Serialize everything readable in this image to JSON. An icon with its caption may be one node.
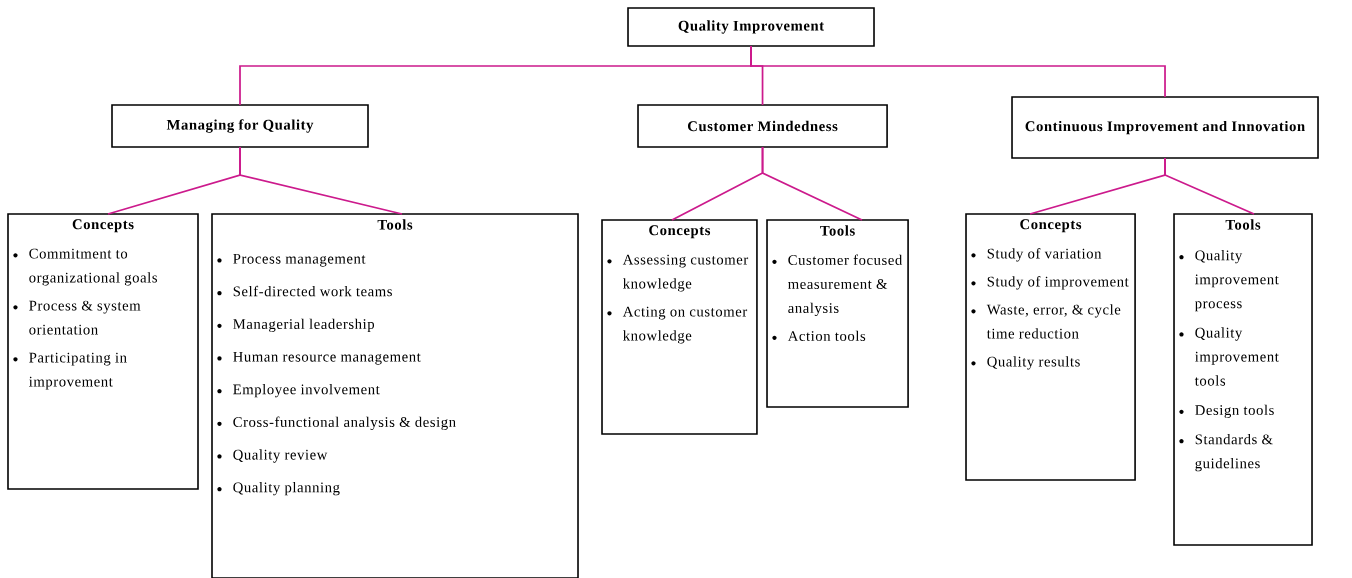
{
  "diagram": {
    "nodes": [
      {
        "text": [
          "Quality Improvement"
        ]
      },
      {
        "text": [
          "Managing for Quality"
        ]
      },
      {
        "text": [
          "Customer Mindedness"
        ]
      },
      {
        "text": [
          "Continuous Improvement and Innovation"
        ]
      },
      {
        "text": [
          "Concepts",
          "Commitment to organizational goals",
          "Process & system orientation",
          "Participating in improvement"
        ]
      },
      {
        "text": [
          "Tools",
          "Process management",
          "Self-directed work teams",
          "Managerial leadership",
          "Human resource management",
          "Employee involvement",
          "Cross-functional analysis & design",
          "Quality review",
          "Quality planning"
        ]
      },
      {
        "text": [
          "Concepts",
          "Assessing customer knowledge",
          "Acting on customer knowledge"
        ]
      },
      {
        "text": [
          "Tools",
          "Customer focused measurement & analysis",
          "Action tools"
        ]
      },
      {
        "text": [
          "Concepts",
          "Study of variation",
          "Study of improvement",
          "Waste, error, & cycle time reduction",
          "Quality results"
        ]
      },
      {
        "text": [
          "Tools",
          "Quality improvement process",
          "Quality improvement tools",
          "Design tools",
          "Standards & guidelines"
        ]
      }
    ],
    "edges": [
      {
        "from": 0,
        "to": 1,
        "arrow": "none"
      },
      {
        "from": 0,
        "to": 2,
        "arrow": "none"
      },
      {
        "from": 0,
        "to": 3,
        "arrow": "none"
      },
      {
        "from": 1,
        "to": 4,
        "arrow": "none"
      },
      {
        "from": 1,
        "to": 5,
        "arrow": "none"
      },
      {
        "from": 2,
        "to": 6,
        "arrow": "none"
      },
      {
        "from": 2,
        "to": 7,
        "arrow": "none"
      },
      {
        "from": 3,
        "to": 8,
        "arrow": "none"
      },
      {
        "from": 3,
        "to": 9,
        "arrow": "none"
      }
    ]
  }
}
